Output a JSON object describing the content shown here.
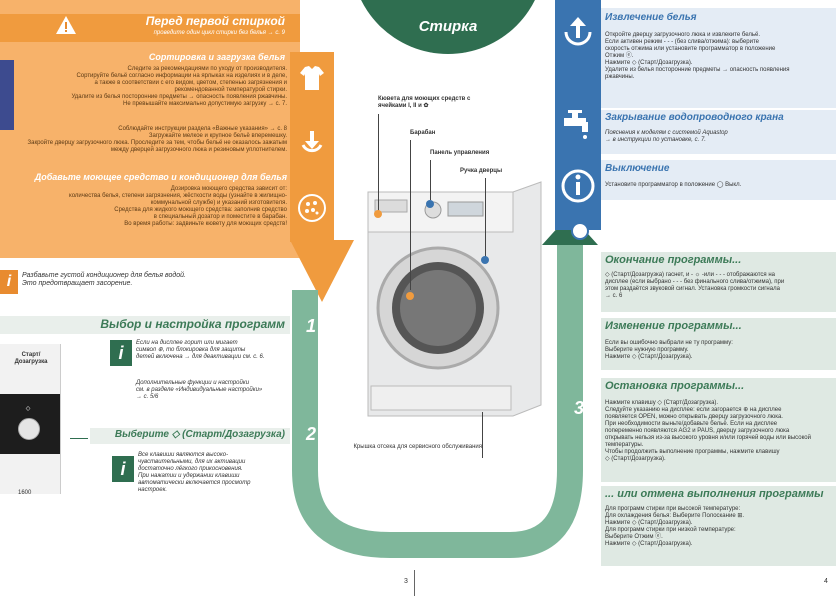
{
  "left": {
    "title": "Перед первой стиркой",
    "subtitle": "проведите один цикл стирки без белья → с. 9",
    "sort_title": "Сортировка и загрузка белья",
    "sort_text": [
      "Следите за рекомендациями по уходу от производителя.",
      "Сортируйте бельё согласно информации на ярлыках на изделиях и в деле,",
      "а также в соответствии с его видом, цветом, степенью загрязнения и",
      "рекомендованной температурой стирки.",
      "Удалите из белья посторонние предметы → опасность появления ржавчины.",
      "Не превышайте максимально допустимую загрузку → с. 7."
    ],
    "load_text": [
      "Соблюдайте инструкции раздела «Важные указания» → с. 8",
      "Загружайте мелкое и крупное бельё вперемешку.",
      "Закройте дверцу загрузочного люка. Проследите за тем, чтобы бельё не оказалось зажатым",
      "между дверцей загрузочного люка и резиновым уплотнителем."
    ],
    "detergent_title": "Добавьте моющее средство и кондиционер для белья",
    "detergent_text": [
      "Дозировка моющего средства зависит от:",
      "количества белья, степени загрязнения, жёсткости воды (узнайте в жилищно-",
      "коммунальной службе) и указаний изготовителя.",
      "Средства для жидкого моющего средства: заполнив средство",
      "в специальный дозатор и поместите в барабан.",
      "Во время работы: задвиньте кювету для моющих средств!"
    ],
    "tip_text": [
      "Разбавьте густой кондиционер для белья водой.",
      "Это предотвращает засорение."
    ],
    "select_title": "Выбор и настройка программ",
    "select_tip": [
      "Если на дисплее горит или мигает",
      "символ ⊕, то блокировка для защиты",
      "детей включена → для деактивации см. с. 6."
    ],
    "select_tip2": [
      "Дополнительные функции и настройки",
      "см. в разделе «Индивидуальные настройки»",
      "→ с. 5/6"
    ],
    "start_panel_label": "Старт/ Дозагрузка",
    "start_panel_model": "1600",
    "start_title": "Выберите ◇ (Старт/Дозагрузка)",
    "start_tip": [
      "Все клавиши являются высоко-",
      "чувствительными, для их активации",
      "достаточно лёгкого прикосновения.",
      "При нажатии и удержании клавиши",
      "автоматически включается просмотр",
      "настроек."
    ],
    "num1": "1",
    "num2": "2"
  },
  "center": {
    "wash_top": "Стирка",
    "wash_bottom": "Стирка",
    "callout_detergent": "Кювета для моющих средств с ячейками I, II и ✿",
    "callout_drum": "Барабан",
    "callout_panel": "Панель управления",
    "callout_handle": "Ручка дверцы",
    "callout_service": "Крышка отсека для сервисного обслуживания",
    "num3": "3",
    "page_left": "3"
  },
  "right": {
    "unload_title": "Извлечение белья",
    "unload_text": [
      "Откройте дверцу загрузочного люка и извлеките бельё.",
      "Если активен режим - - - (без слива/отжима): выберите",
      "скорость отжима или установите программатор в положение",
      "Отжим ⓔ.",
      "Нажмите ◇ (Старт/Дозагрузка).",
      "Удалите из белья посторонние предметы → опасность появления",
      "ржавчины."
    ],
    "tap_title": "Закрывание водопроводного крана",
    "tap_text": [
      "Пояснения к моделям с системой Aquastop",
      "→ в инструкции по установке, с. 7."
    ],
    "off_title": "Выключение",
    "off_text": "Установите программатор в положение ◯ Выкл.",
    "end_title": "Окончание программы...",
    "end_text": [
      "◇ (Старт/Дозагрузка) гаснет, и - ☼ -или - - - отображаются на",
      "дисплее (если выбрано - - - без финального слива/отжима), при",
      "этом раздаётся звуковой сигнал. Установка громкости сигнала",
      "→ с. 6"
    ],
    "change_title": "Изменение программы...",
    "change_text": [
      "Если вы ошибочно выбрали не ту программу:",
      "Выберите нужную программу.",
      "Нажмите ◇ (Старт/Дозагрузка)."
    ],
    "stop_title": "Остановка программы...",
    "stop_text": [
      "Нажмите клавишу ◇ (Старт/Дозагрузка).",
      "Следуйте указанию на дисплее: если загорается ⊕ на дисплее",
      "появляется OPEN, можно открывать дверцу загрузочного люка.",
      "При необходимости выньте/добавьте бельё. Если на дисплее",
      "попеременно появляются AG2 и PAUS, дверцу загрузочного люка",
      "открывать нельзя из-за высокого уровня и/или горячей воды или высокой",
      "температуры.",
      "Чтобы продолжить выполнение программы, нажмите клавишу",
      "◇ (Старт/Дозагрузка)."
    ],
    "cancel_title": "... или отмена выполнения программы",
    "cancel_text": [
      "Для программ стирки при высокой температуре:",
      "Для охлаждения белья: Выберите Полоскание ⊞.",
      "Нажмите ◇ (Старт/Дозагрузка).",
      "Для программ стирки при низкой температуре:",
      "Выберите Отжим ⓔ.",
      "Нажмите ◇ (Старт/Дозагрузка)."
    ],
    "page_right": "4"
  },
  "colors": {
    "orange": "#f4a24c",
    "blue": "#3a74b0",
    "green": "#2f6e50",
    "light_green": "#dfe9e3"
  }
}
